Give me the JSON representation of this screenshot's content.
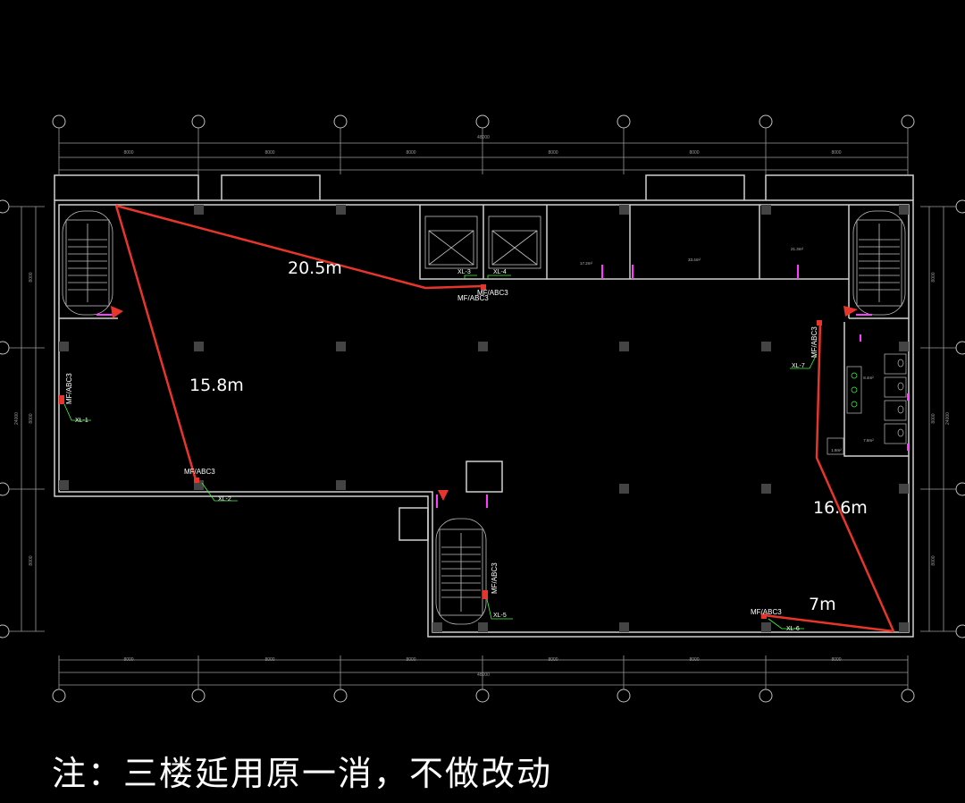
{
  "drawing": {
    "overall_dim": "48000",
    "right_dim": "24000",
    "top_dims": [
      "8000",
      "8000",
      "8000",
      "8000",
      "8000",
      "8000"
    ],
    "bottom_dims": [
      "8000",
      "8000",
      "8000",
      "8000",
      "8000",
      "8000"
    ],
    "left_dims": [
      "8000",
      "8000",
      "8000"
    ],
    "right_dims": [
      "8000",
      "8000",
      "8000"
    ]
  },
  "distances": {
    "d1": "20.5m",
    "d2": "15.8m",
    "d3": "16.6m",
    "d4": "7m"
  },
  "extinguishers": {
    "e1": "MF/ABC3",
    "e2": "MF/ABC3",
    "e3": "MF/ABC3",
    "e4": "MF/ABC3",
    "e5": "MF/ABC3",
    "e6": "MF/ABC3",
    "e7": "MF/ABC3"
  },
  "hydrants": {
    "xl1": "XL-1",
    "xl2": "XL-2",
    "xl3": "XL-3",
    "xl4": "XL-4",
    "xl5": "XL-5",
    "xl6": "XL-6",
    "xl7": "XL-7"
  },
  "rooms": {
    "r1": "17.2m²",
    "r2": "33.4m²",
    "r3": "21.3m²",
    "r4": "8.4m²",
    "r5": "7.8m²",
    "r6": "1.8m²"
  },
  "colors": {
    "background": "#000000",
    "wall": "#d0d0d0",
    "grid": "#bfbfbf",
    "path": "#e8352c",
    "door": "#ff3cff",
    "leader": "#3cff3c",
    "text": "#ffffff"
  },
  "note": "注：三楼延用原一消，不做改动"
}
